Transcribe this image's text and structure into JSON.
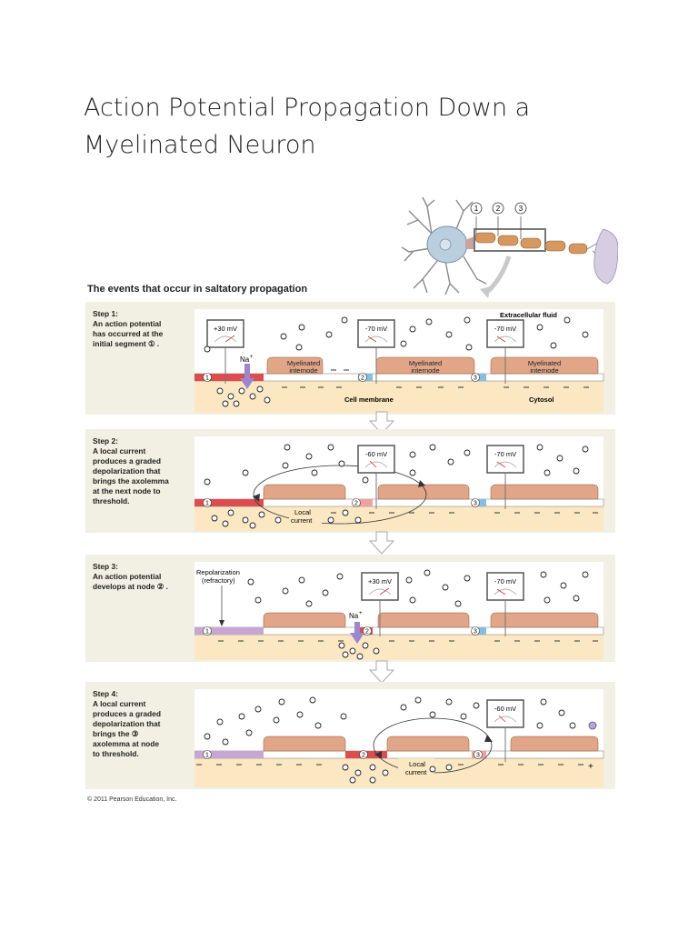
{
  "title": {
    "line1": "Action Potential Propagation Down a",
    "line2": "Myelinated Neuron"
  },
  "figure_title": "The events that occur in saltatory propagation",
  "overview": {
    "node_labels": [
      "1",
      "2",
      "3"
    ]
  },
  "labels": {
    "extracellular_fluid": "Extracellular fluid",
    "cell_membrane": "Cell membrane",
    "cytosol": "Cytosol",
    "myelinated": "Myelinated",
    "internode": "internode",
    "na": "Na",
    "na_sup": "+",
    "local": "Local",
    "current": "current",
    "repolarization": "Repolarization",
    "refractory": "(refractory)",
    "plus": "+"
  },
  "steps": [
    {
      "name": "Step 1:",
      "lines": [
        "An action potential",
        "has occurred at the",
        "initial segment ① ."
      ],
      "meters": [
        "+30 mV",
        "-70 mV",
        "-70 mV"
      ]
    },
    {
      "name": "Step 2:",
      "lines": [
        "A local current",
        "produces a graded",
        "depolarization that",
        "brings the axolemma",
        "at the next node to",
        "threshold."
      ],
      "meters": [
        "-60 mV",
        "-70 mV"
      ]
    },
    {
      "name": "Step 3:",
      "lines": [
        "An action potential",
        "develops at node ② ."
      ],
      "meters": [
        "+30 mV",
        "-70 mV"
      ]
    },
    {
      "name": "Step 4:",
      "lines": [
        "A local current",
        "produces a graded",
        "depolarization that",
        "brings the ③",
        "axolemma at node",
        "to threshold."
      ],
      "meters": [
        "-60 mV"
      ]
    }
  ],
  "node_numbers": [
    "1",
    "2",
    "3"
  ],
  "copyright": "© 2011 Pearson Education, Inc.",
  "colors": {
    "panel_bg": "#f1f0e2",
    "myelin": "#e1a588",
    "cytosol": "#fbe8c2",
    "node_red": "#dd4c4f",
    "node_blue": "#83bfe3",
    "node_purple": "#c6a6d3",
    "node_pink": "#eea1a1",
    "na_arrow": "#9b87cf"
  }
}
